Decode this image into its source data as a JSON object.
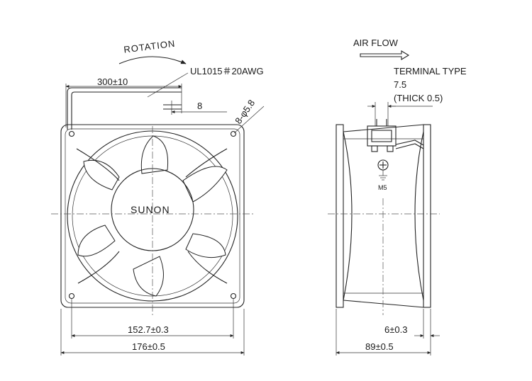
{
  "front_view": {
    "rotation_label": "ROTATION",
    "cable_spec": "UL1015＃20AWG",
    "lead_length": "300±10",
    "strip_length": "8",
    "mount_holes": "8-φ5.8",
    "hub_brand": "SUNON",
    "hole_spacing": "152.7±0.3",
    "frame_width": "176±0.5"
  },
  "side_view": {
    "airflow_label": "AIR FLOW",
    "terminal_type": "TERMINAL TYPE",
    "terminal_size": "7.5",
    "terminal_thickness": "(THICK 0.5)",
    "ground_screw": "M5",
    "flange_thickness": "6±0.3",
    "frame_depth": "89±0.5"
  }
}
